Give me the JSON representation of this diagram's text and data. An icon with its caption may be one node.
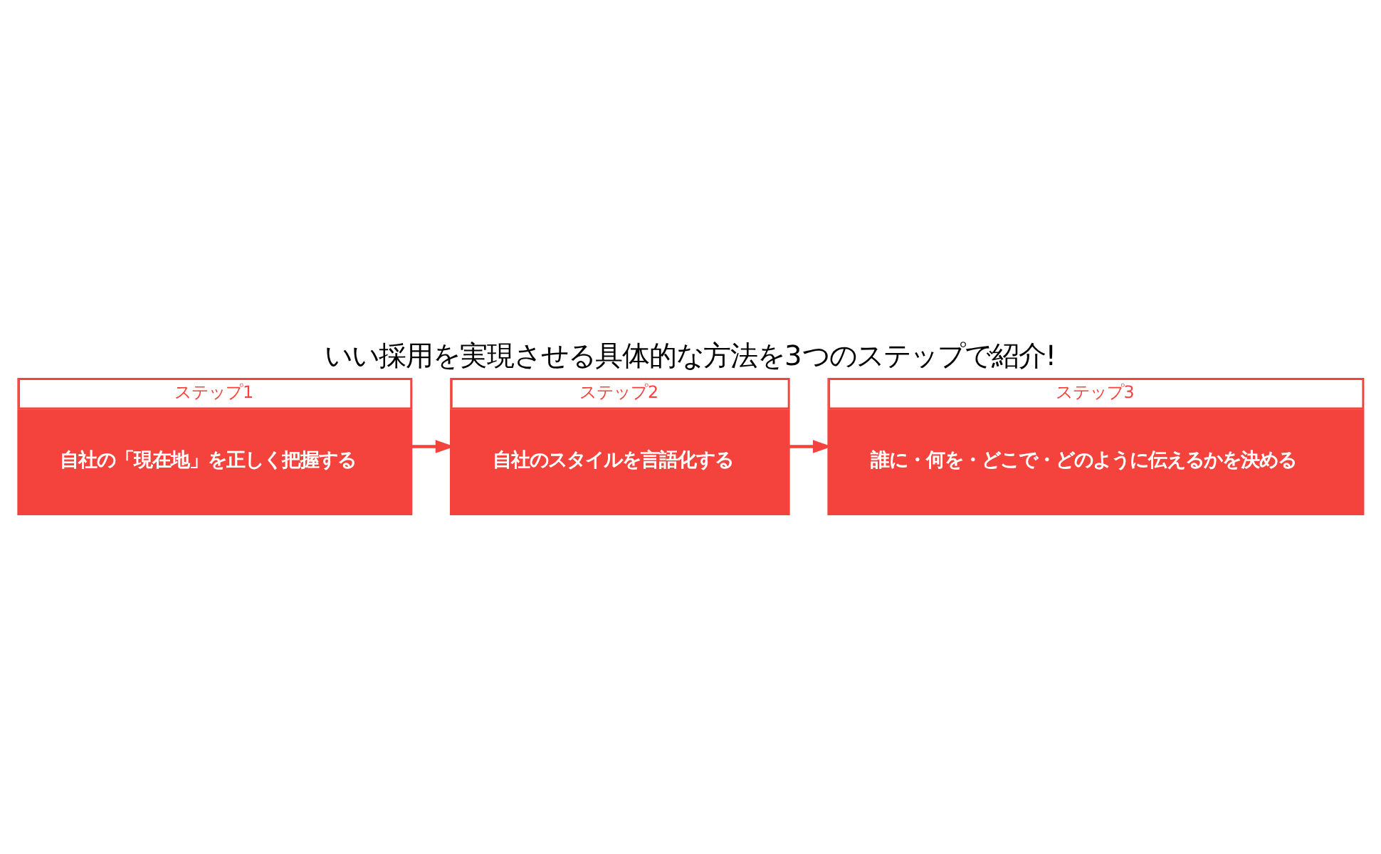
{
  "diagram": {
    "title": "いい採用を実現させる具体的な方法を3つのステップで紹介!",
    "nodes": [
      {
        "text": [
          "ステップ1",
          "自社の「現在地」を正しく把握する"
        ]
      },
      {
        "text": [
          "ステップ2",
          "自社のスタイルを言語化する"
        ]
      },
      {
        "text": [
          "ステップ3",
          "誰に・何を・どこで・どのように伝えるかを決める"
        ]
      }
    ],
    "edges": [
      {
        "from": 0,
        "to": 1,
        "arrow": "to"
      },
      {
        "from": 1,
        "to": 2,
        "arrow": "to"
      }
    ]
  }
}
